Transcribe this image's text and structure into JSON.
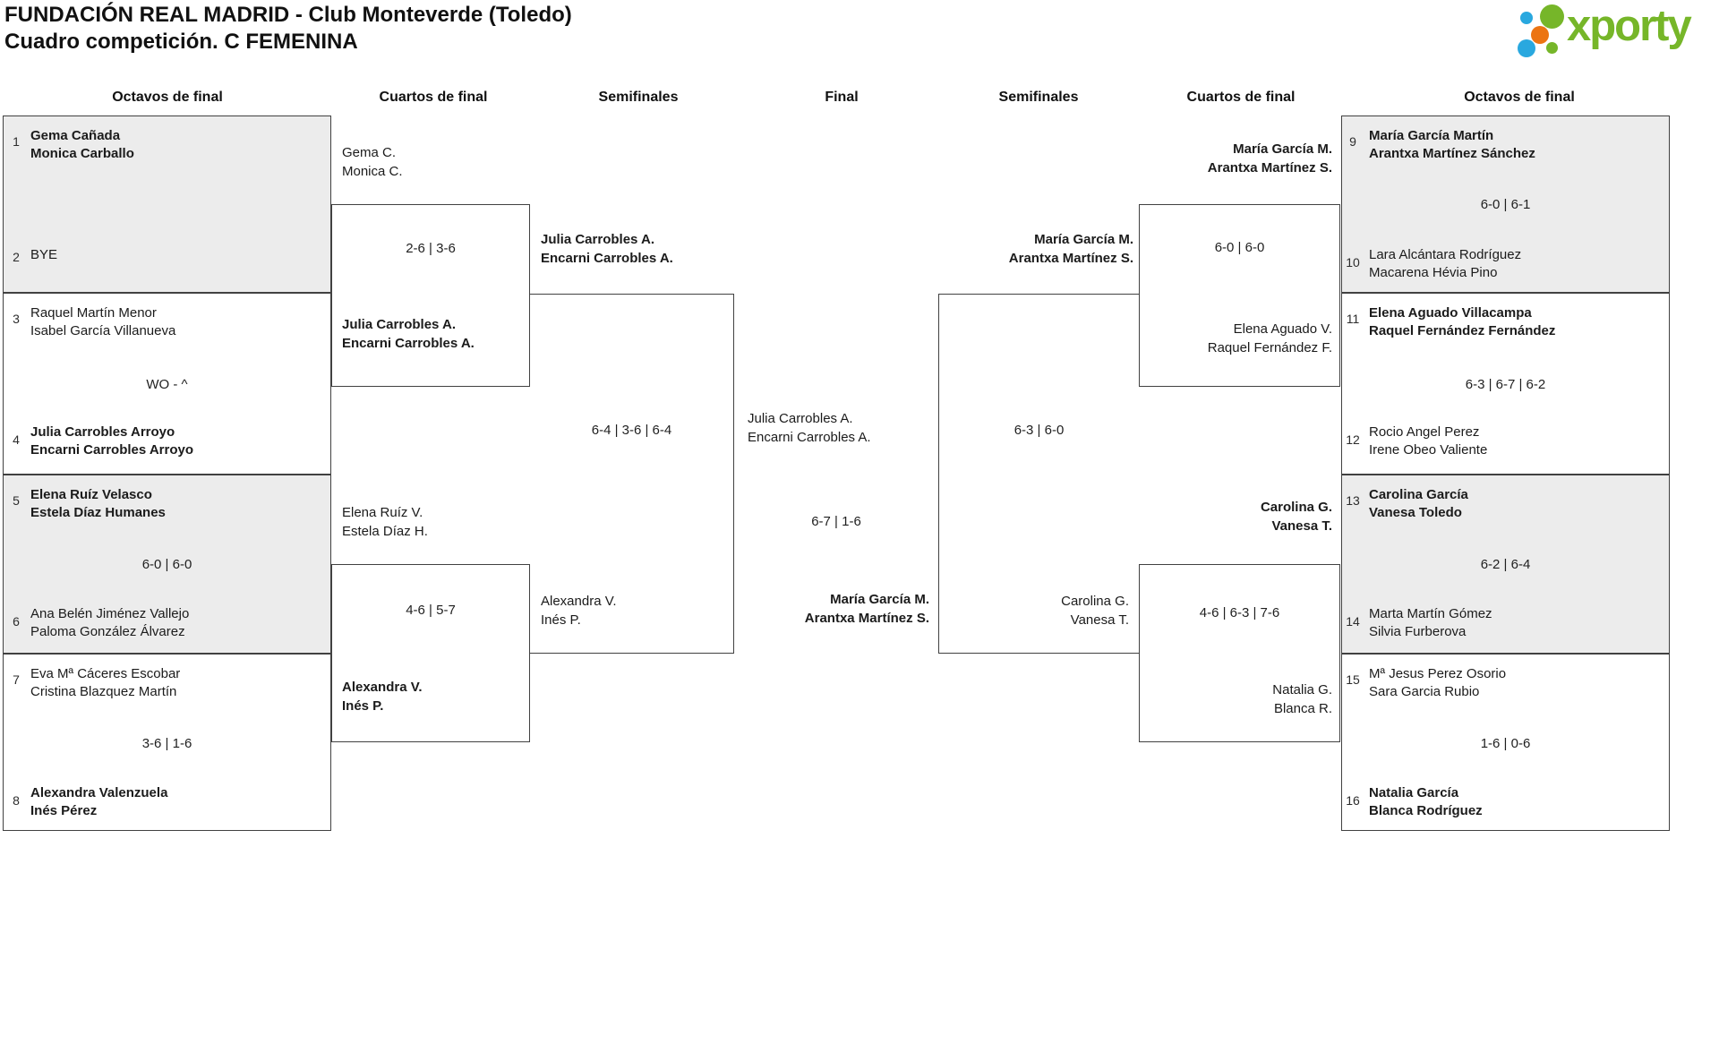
{
  "title": {
    "line1": "FUNDACIÓN REAL MADRID - Club Monteverde (Toledo)",
    "line2": "Cuadro competición. C FEMENINA"
  },
  "logo": {
    "text": "xporty",
    "green": "#76b629",
    "blue": "#29a8df",
    "orange": "#ec7412"
  },
  "headers": [
    "Octavos de final",
    "Cuartos de final",
    "Semifinales",
    "Final",
    "Semifinales",
    "Cuartos de final",
    "Octavos de final"
  ],
  "octavos": [
    {
      "seed": "1",
      "line1": "Gema Cañada",
      "line2": "Monica Carballo",
      "winner": true
    },
    {
      "seed": "2",
      "line1": "BYE",
      "line2": "",
      "winner": false
    },
    {
      "seed": "3",
      "line1": "Raquel Martín Menor",
      "line2": "Isabel García Villanueva",
      "winner": false
    },
    {
      "seed": "4",
      "line1": "Julia Carrobles Arroyo",
      "line2": "Encarni Carrobles Arroyo",
      "winner": true
    },
    {
      "seed": "5",
      "line1": "Elena Ruíz Velasco",
      "line2": "Estela Díaz Humanes",
      "winner": true
    },
    {
      "seed": "6",
      "line1": "Ana Belén Jiménez Vallejo",
      "line2": "Paloma González Álvarez",
      "winner": false
    },
    {
      "seed": "7",
      "line1": "Eva Mª Cáceres Escobar",
      "line2": "Cristina Blazquez Martín",
      "winner": false
    },
    {
      "seed": "8",
      "line1": "Alexandra Valenzuela",
      "line2": "Inés Pérez",
      "winner": true
    },
    {
      "seed": "9",
      "line1": "María García Martín",
      "line2": "Arantxa Martínez Sánchez",
      "winner": true
    },
    {
      "seed": "10",
      "line1": "Lara Alcántara Rodríguez",
      "line2": "Macarena Hévia Pino",
      "winner": false
    },
    {
      "seed": "11",
      "line1": "Elena Aguado Villacampa",
      "line2": "Raquel Fernández Fernández",
      "winner": true
    },
    {
      "seed": "12",
      "line1": "Rocio Angel Perez",
      "line2": "Irene Obeo Valiente",
      "winner": false
    },
    {
      "seed": "13",
      "line1": "Carolina García",
      "line2": "Vanesa Toledo",
      "winner": true
    },
    {
      "seed": "14",
      "line1": "Marta Martín Gómez",
      "line2": "Silvia Furberova",
      "winner": false
    },
    {
      "seed": "15",
      "line1": "Mª Jesus Perez Osorio",
      "line2": "Sara Garcia Rubio",
      "winner": false
    },
    {
      "seed": "16",
      "line1": "Natalia García",
      "line2": "Blanca Rodríguez",
      "winner": true
    }
  ],
  "octavos_scores": [
    "",
    "WO - ^",
    "6-0 | 6-0",
    "3-6 | 1-6",
    "6-0 | 6-1",
    "6-3 | 6-7 | 6-2",
    "6-2 | 6-4",
    "1-6 | 0-6"
  ],
  "cuartos": [
    {
      "line1": "Gema C.",
      "line2": "Monica C.",
      "winner": false
    },
    {
      "line1": "Julia Carrobles A.",
      "line2": "Encarni Carrobles A.",
      "winner": true
    },
    {
      "line1": "Elena Ruíz V.",
      "line2": "Estela Díaz H.",
      "winner": false
    },
    {
      "line1": "Alexandra V.",
      "line2": "Inés P.",
      "winner": true
    },
    {
      "line1": "María García M.",
      "line2": "Arantxa Martínez S.",
      "winner": true
    },
    {
      "line1": "Elena Aguado V.",
      "line2": "Raquel Fernández F.",
      "winner": false
    },
    {
      "line1": "Carolina G.",
      "line2": "Vanesa T.",
      "winner": true
    },
    {
      "line1": "Natalia G.",
      "line2": "Blanca R.",
      "winner": false
    }
  ],
  "cuartos_scores": [
    "2-6 | 3-6",
    "4-6 | 5-7",
    "6-0 | 6-0",
    "4-6 | 6-3 | 7-6"
  ],
  "semifinales": [
    {
      "line1": "Julia Carrobles A.",
      "line2": "Encarni Carrobles A.",
      "winner": true
    },
    {
      "line1": "Alexandra V.",
      "line2": "Inés P.",
      "winner": false
    },
    {
      "line1": "María García M.",
      "line2": "Arantxa Martínez S.",
      "winner": true
    },
    {
      "line1": "Carolina G.",
      "line2": "Vanesa T.",
      "winner": false
    }
  ],
  "semifinales_scores": [
    "6-4 | 3-6 | 6-4",
    "6-3 | 6-0"
  ],
  "final": {
    "entry1": {
      "line1": "Julia Carrobles A.",
      "line2": "Encarni Carrobles A.",
      "winner": false
    },
    "score": "6-7 | 1-6",
    "entry2": {
      "line1": "María García M.",
      "line2": "Arantxa Martínez S.",
      "winner": true
    }
  },
  "colors": {
    "box_border": "#414141",
    "box_shaded": "#ececec",
    "text": "#1b1b1b"
  }
}
